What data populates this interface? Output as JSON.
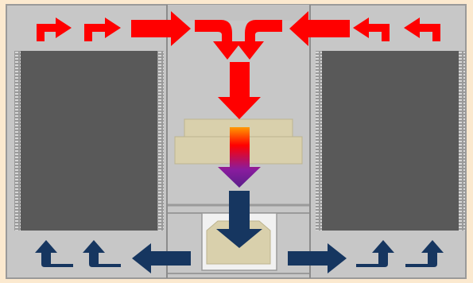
{
  "colors": {
    "background": "#fbe9cf",
    "cabinet": "#c7c7c7",
    "cabinet_border": "#9a9a9a",
    "divider": "#8c8c8c",
    "rack_fill": "#595959",
    "rack_rail": "#9a9a9a",
    "hot_air": "#ff0000",
    "cold_air": "#163660",
    "cooler_body": "#d9d0ac",
    "cooler_border": "#bdb48f",
    "heat_gradient": [
      "#ff9900",
      "#ff0000",
      "#8a1c9e",
      "#5a1e8a"
    ]
  },
  "components": {
    "left_rack": "server-rack",
    "right_rack": "server-rack",
    "cooling_coil": "heat-exchanger",
    "drip_tray": "condensate-tray"
  },
  "airflow": {
    "hot_direction": "toward-center-then-down",
    "cold_direction": "outward-from-center"
  }
}
